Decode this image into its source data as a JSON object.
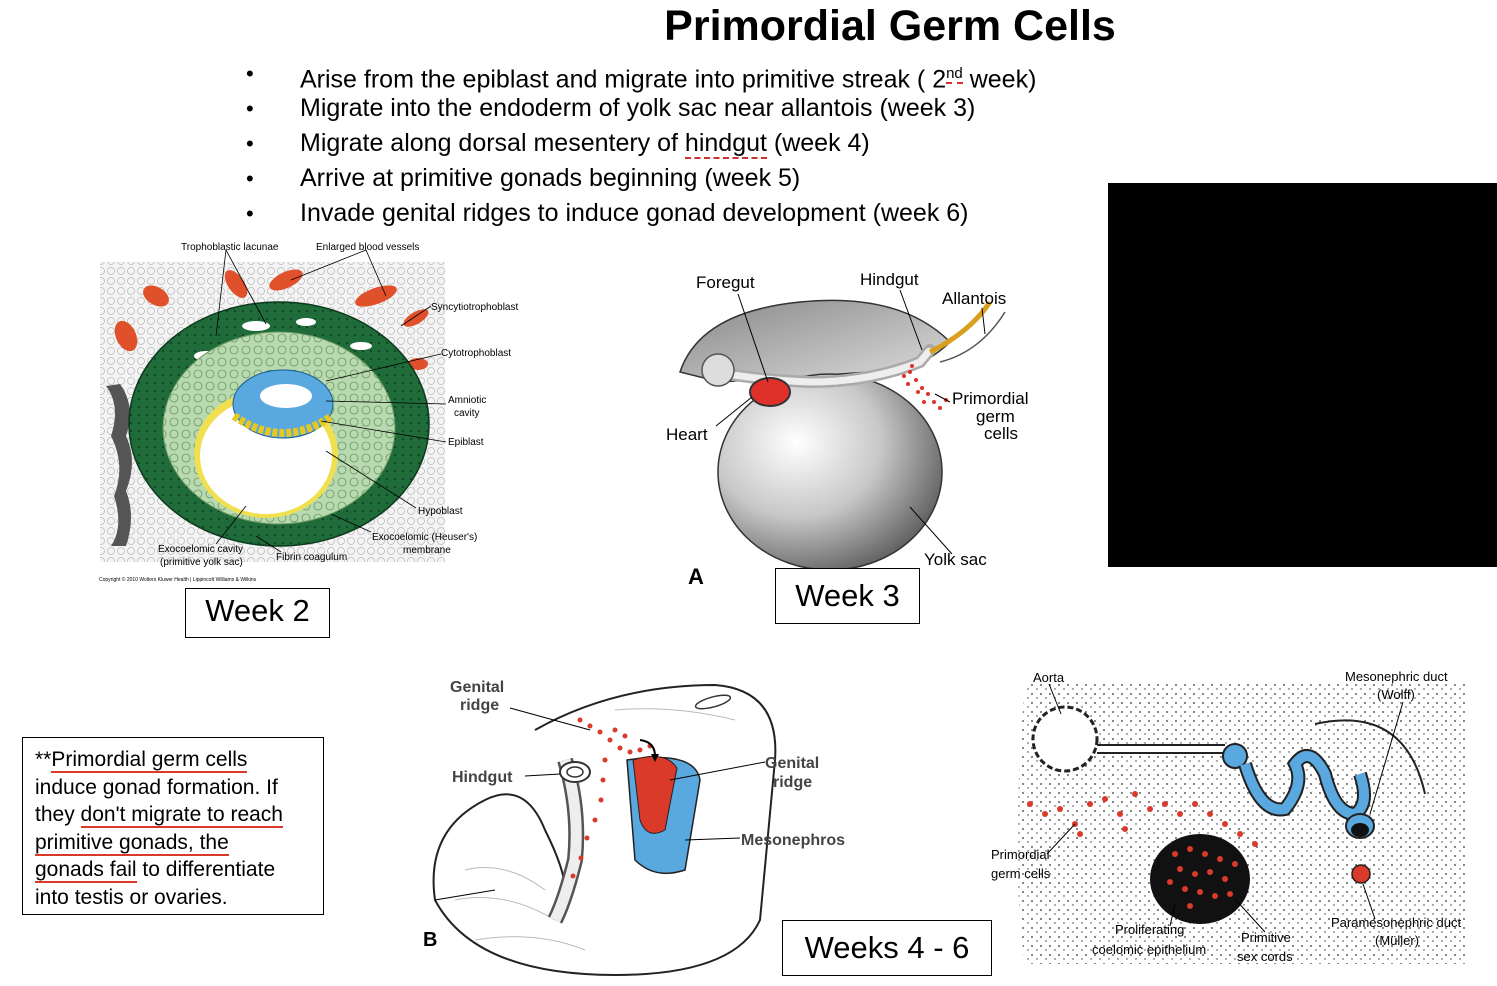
{
  "title": "Primordial Germ Cells",
  "bullets": {
    "b1_pre": "Arise from the epiblast and migrate into primitive streak ( 2",
    "b1_sup": "nd",
    "b1_post": " week)",
    "b2": "Migrate into the endoderm of yolk sac near allantois (week 3)",
    "b3_pre": "Migrate along dorsal mesentery of ",
    "b3_word": "hindgut",
    "b3_post": " (week 4)",
    "b4": "Arrive at primitive gonads beginning (week 5)",
    "b5": "Invade genital ridges to induce gonad development (week 6)"
  },
  "fig_week2": {
    "trophoblastic_lacunae": "Trophoblastic lacunae",
    "enlarged_blood_vessels": "Enlarged blood vessels",
    "syncytiotrophoblast": "Syncytiotrophoblast",
    "cytotrophoblast": "Cytotrophoblast",
    "amniotic": "Amniotic",
    "cavity": "cavity",
    "epiblast": "Epiblast",
    "hypoblast": "Hypoblast",
    "exocoelomic_membrane_1": "Exocoelomic (Heuser's)",
    "exocoelomic_membrane_2": "membrane",
    "exocoelomic_cavity_1": "Exocoelomic cavity",
    "exocoelomic_cavity_2": "(primitive yolk sac)",
    "fibrin_coagulum": "Fibrin coagulum",
    "copyright": "Copyright © 2010 Wolters Kluwer Health | Lippincott Williams & Wilkins"
  },
  "fig_week3": {
    "foregut": "Foregut",
    "hindgut": "Hindgut",
    "allantois": "Allantois",
    "pgc_1": "Primordial",
    "pgc_2": "germ",
    "pgc_3": "cells",
    "heart": "Heart",
    "yolk_sac": "Yolk sac",
    "panel_letter": "A"
  },
  "fig_week46": {
    "genital_ridge_top_1": "Genital",
    "genital_ridge_top_2": "ridge",
    "hindgut": "Hindgut",
    "genital_ridge_right_1": "Genital",
    "genital_ridge_right_2": "ridge",
    "mesonephros": "Mesonephros",
    "panel_letter": "B"
  },
  "fig_gonad": {
    "aorta": "Aorta",
    "mesonephric_1": "Mesonephric duct",
    "mesonephric_2": "(Wolff)",
    "primordial_1": "Primordial",
    "primordial_2": "germ cells",
    "proliferating_1": "Proliferating",
    "proliferating_2": "coelomic epithelium",
    "primitive_1": "Primitive",
    "primitive_2": "sex cords",
    "paramesonephric_1": "Paramesonephric duct",
    "paramesonephric_2": "(Müller)"
  },
  "labels": {
    "week2": "Week 2",
    "week3": "Week 3",
    "weeks46": "Weeks 4 - 6"
  },
  "note": {
    "prefix": "**",
    "underlined_1": "Primordial germ cells",
    "line2": "induce gonad formation. If",
    "line3_pre": "they ",
    "underlined_3": "don't migrate to reach",
    "underlined_4": "primitive gonads, the",
    "underlined_5": "gonads fail",
    "line5_post": " to differentiate",
    "line6": "into testis or ovaries."
  },
  "colors": {
    "accent_red": "#d93a2a",
    "dark_green": "#1f6b3a",
    "light_green": "#b9d9b0",
    "blue": "#5aa8e0",
    "yellow": "#f0e050"
  }
}
